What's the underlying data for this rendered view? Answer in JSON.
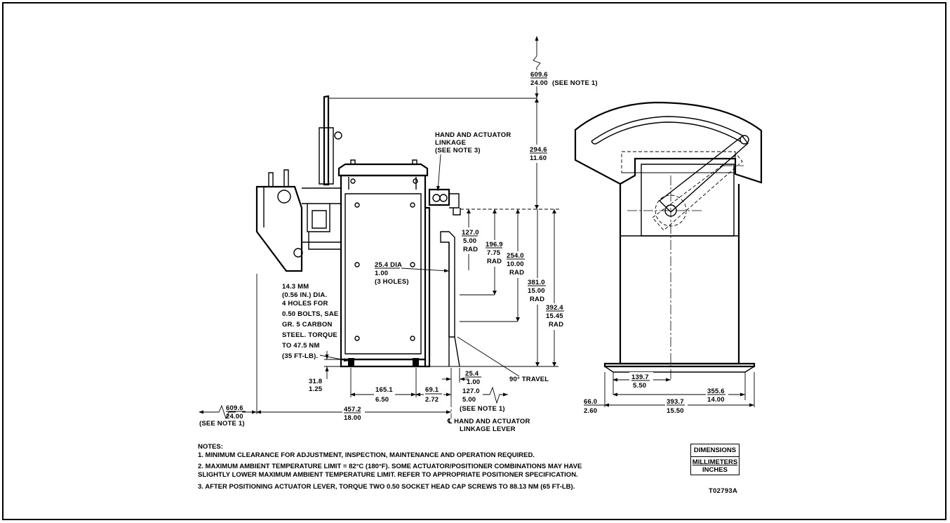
{
  "dimensions": {
    "top_clearance_mm": "609.6",
    "top_clearance_in": "24.00",
    "top_clearance_note": "(SEE NOTE 1)",
    "lever_height_mm": "294.6",
    "lever_height_in": "11.60",
    "rad1_mm": "127.0",
    "rad1_in": "5.00",
    "rad2_mm": "196.9",
    "rad2_in": "7.75",
    "rad3_mm": "254.0",
    "rad3_in": "10.00",
    "rad4_mm": "381.0",
    "rad4_in": "15.00",
    "rad5_mm": "392.4",
    "rad5_in": "15.45",
    "rad_word": "RAD",
    "dia_mm": "25.4 DIA",
    "dia_in": "1.00",
    "dia_holes": "(3 HOLES)",
    "base_height_mm": "31.8",
    "base_height_in": "1.25",
    "bolt_spacing_mm": "165.1",
    "bolt_spacing_in": "6.50",
    "bolt_to_lever_mm": "69.1",
    "bolt_to_lever_in": "2.72",
    "lever_offset_mm": "25.4",
    "lever_offset_in": "1.00",
    "right_clearance_mm": "127.0",
    "right_clearance_in": "5.00",
    "right_clearance_note": "(SEE NOTE 1)",
    "left_clearance_mm": "609.6",
    "left_clearance_in": "24.00",
    "left_clearance_note": "(SEE NOTE 1)",
    "overall_length_mm": "457.2",
    "overall_length_in": "18.00",
    "side_a_mm": "139.7",
    "side_a_in": "5.50",
    "side_b_mm": "355.6",
    "side_b_in": "14.00",
    "side_c_mm": "393.7",
    "side_c_in": "15.50",
    "side_d_mm": "66.0",
    "side_d_in": "2.60"
  },
  "labels": {
    "linkage_line1": "HAND AND ACTUATOR",
    "linkage_line2": "LINKAGE",
    "linkage_line3": "(SEE NOTE 3)",
    "bolt_note": [
      "14.3 MM",
      "(0.56 IN.) DIA.",
      "4 HOLES FOR",
      "0.50 BOLTS, SAE",
      "GR. 5 CARBON",
      "STEEL. TORQUE",
      "TO 47.5 NM",
      "(35 FT-LB)."
    ],
    "travel": "90° TRAVEL",
    "centerline_line1": "℄ HAND AND ACTUATOR",
    "centerline_line2": "LINKAGE LEVER"
  },
  "notes": {
    "heading": "NOTES:",
    "items": [
      "1. MINIMUM CLEARANCE FOR ADJUSTMENT, INSPECTION, MAINTENANCE AND OPERATION REQUIRED.",
      "2. MAXIMUM AMBIENT TEMPERATURE LIMIT = 82°C (180°F). SOME ACTUATOR/POSITIONER COMBINATIONS MAY HAVE",
      "SLIGHTLY LOWER MAXIMUM AMBIENT TEMPERATURE LIMIT. REFER TO APPROPRIATE POSITIONER SPECIFICATION.",
      "3. AFTER POSITIONING ACTUATOR LEVER, TORQUE TWO 0.50 SOCKET HEAD CAP SCREWS TO 88.13 NM (65 FT-LB)."
    ]
  },
  "legend": {
    "title": "DIMENSIONS",
    "primary": "MILLIMETERS",
    "secondary": "INCHES"
  },
  "drawing_id": "T02793A"
}
